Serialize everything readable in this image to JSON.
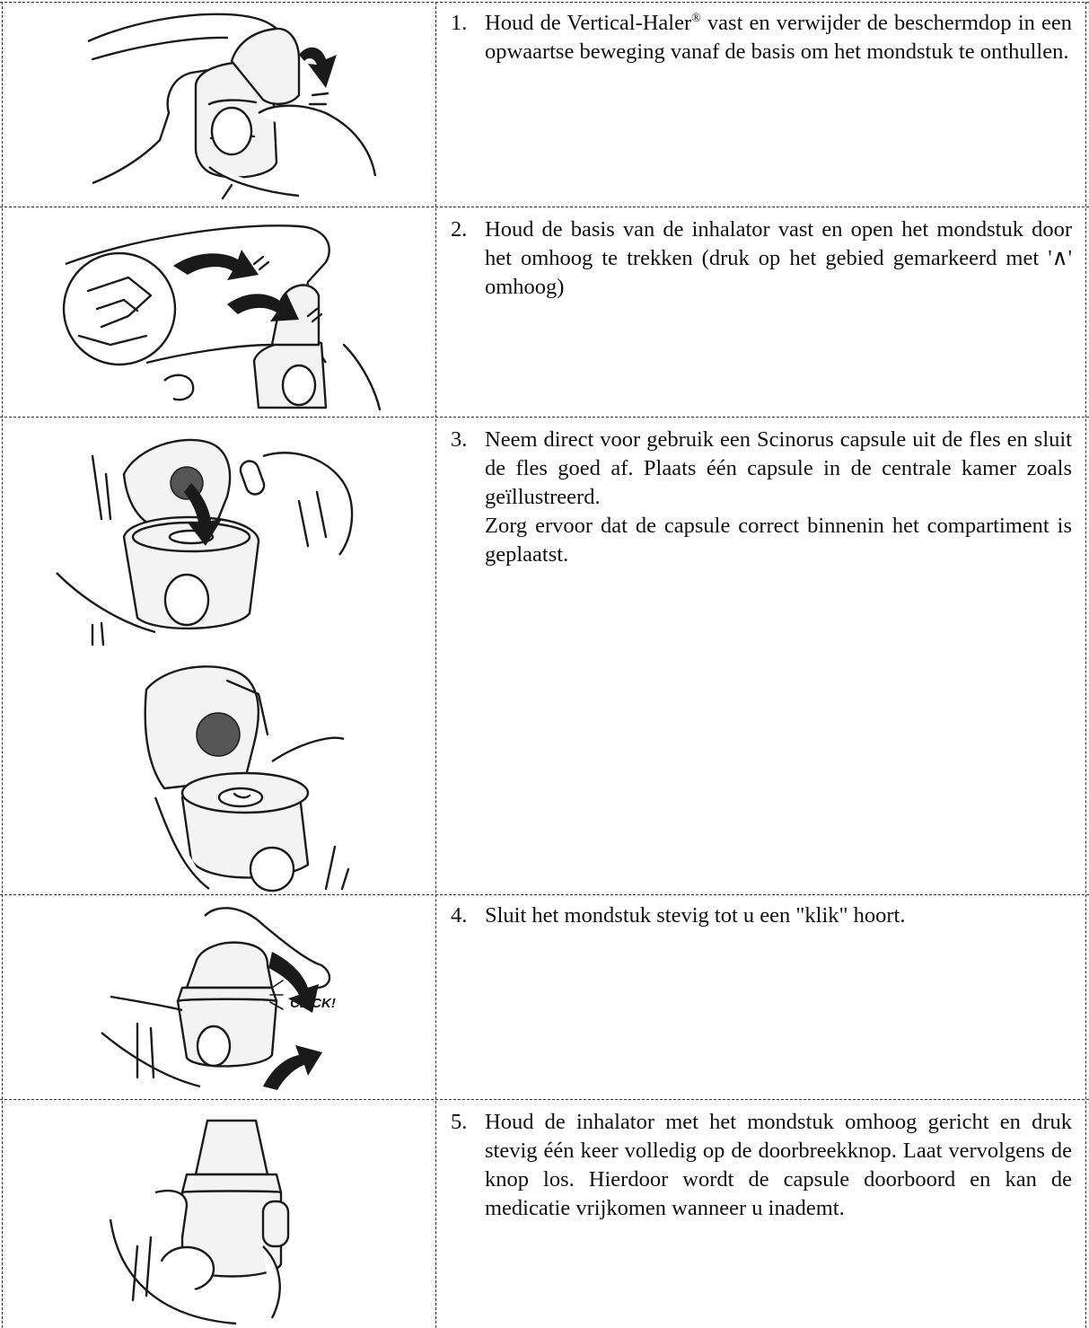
{
  "steps": [
    {
      "number": "1.",
      "text_before_mark": "Houd de Vertical-Haler",
      "registered_mark": "®",
      "text_after_mark": " vast en verwijder de beschermdop in een opwaartse beweging vanaf de basis om het mondstuk te onthullen."
    },
    {
      "number": "2.",
      "text": "Houd de basis van de inhalator vast en open het mondstuk door het omhoog te trekken (druk op het gebied gemarkeerd met '∧' omhoog)"
    },
    {
      "number": "3.",
      "text": "Neem direct voor gebruik een Scinorus capsule uit de fles en sluit de fles goed af. Plaats één capsule in de centrale kamer zoals geïllustreerd.",
      "text_2": "Zorg ervoor dat de capsule correct binnenin het compartiment is geplaatst."
    },
    {
      "number": "4.",
      "text": "Sluit het mondstuk stevig tot u een \"klik\" hoort.",
      "illustration_label": "CLICK!"
    },
    {
      "number": "5.",
      "text": "Houd de inhalator met het mondstuk omhoog gericht en druk stevig één keer volledig op de doorbreekknop. Laat vervolgens de knop los. Hierdoor wordt de capsule doorboord en kan de medicatie vrijkomen wanneer u inademt."
    }
  ],
  "illustrations": {
    "step1": "remove-cap-illustration",
    "step2": "open-mouthpiece-illustration",
    "step3a": "insert-capsule-illustration",
    "step3b": "capsule-in-chamber-illustration",
    "step4": "close-mouthpiece-illustration",
    "step5": "press-button-illustration"
  },
  "colors": {
    "ink": "#1a1a1a",
    "border": "#333333",
    "background": "#ffffff"
  }
}
